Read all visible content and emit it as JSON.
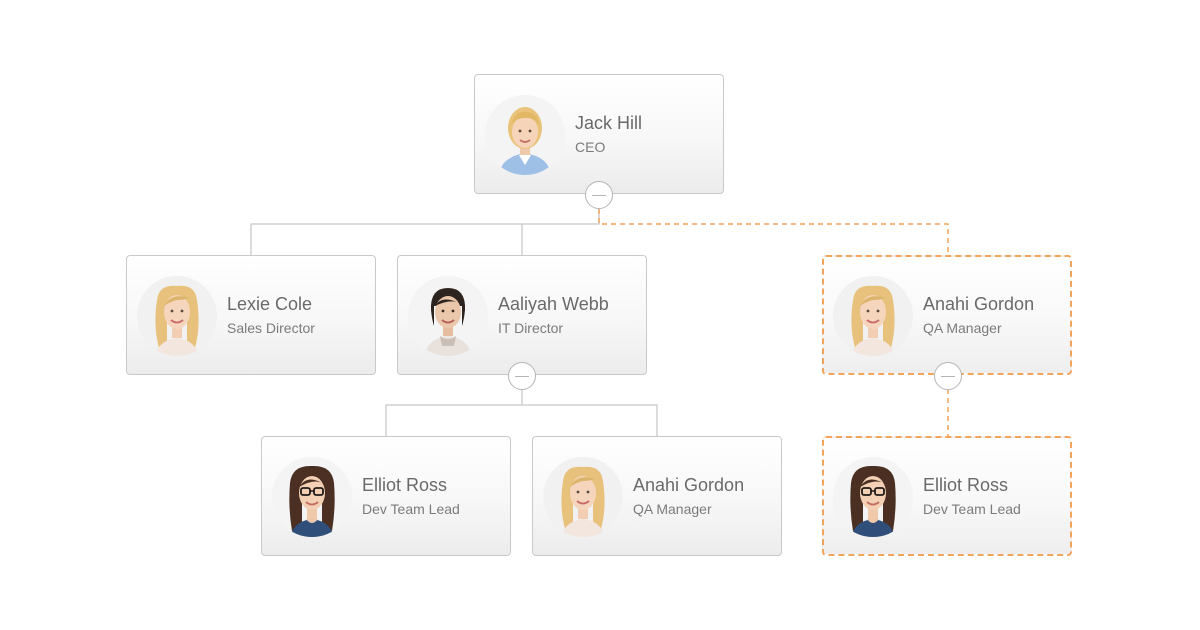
{
  "colors": {
    "connector": "#c8c8c8",
    "assistant_connector": "#f2a45a",
    "node_border": "#c9c9c9",
    "name_text": "#6a6a6a",
    "title_text": "#7b7b7b"
  },
  "nodes": {
    "jack": {
      "name": "Jack Hill",
      "title": "CEO",
      "avatar": "blonde-woman-shirt-avatar"
    },
    "lexie": {
      "name": "Lexie Cole",
      "title": "Sales Director",
      "avatar": "blonde-woman-avatar"
    },
    "aaliyah": {
      "name": "Aaliyah Webb",
      "title": "IT Director",
      "avatar": "dark-hair-woman-avatar"
    },
    "anahi_assistant": {
      "name": "Anahi Gordon",
      "title": "QA Manager",
      "avatar": "blonde-woman-avatar"
    },
    "elliot": {
      "name": "Elliot Ross",
      "title": "Dev Team Lead",
      "avatar": "glasses-woman-avatar"
    },
    "anahi": {
      "name": "Anahi Gordon",
      "title": "QA Manager",
      "avatar": "blonde-woman-avatar"
    },
    "elliot_assistant": {
      "name": "Elliot Ross",
      "title": "Dev Team Lead",
      "avatar": "glasses-woman-avatar"
    }
  },
  "toggles": {
    "jack": {
      "icon": "collapse-minus-icon"
    },
    "aaliyah": {
      "icon": "collapse-minus-icon"
    },
    "anahi_assistant": {
      "icon": "collapse-minus-icon"
    }
  }
}
